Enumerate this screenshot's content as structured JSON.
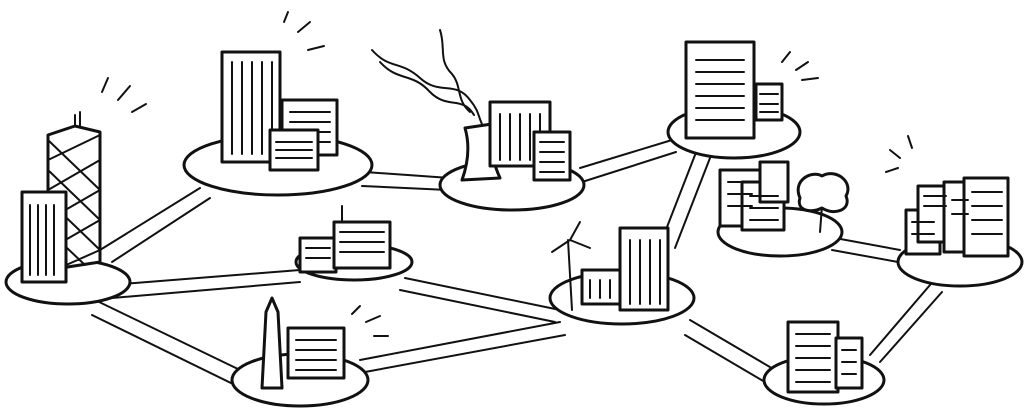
{
  "illustration": {
    "style": "black-and-white ink sketch",
    "colors": {
      "ink": "#111111",
      "paper": "#ffffff"
    },
    "nodes": [
      {
        "name": "left-towers-node",
        "contents": [
          "lattice-skyscraper",
          "tall-building"
        ],
        "activity_lines": true
      },
      {
        "name": "top-left-offices-node",
        "contents": [
          "tall-office-block",
          "office-block",
          "small-office"
        ],
        "activity_lines": true
      },
      {
        "name": "power-plant-node",
        "contents": [
          "cooling-tower",
          "smoke-plume",
          "office-block",
          "small-office"
        ],
        "activity_lines": false
      },
      {
        "name": "top-right-tower-node",
        "contents": [
          "large-tower",
          "small-office"
        ],
        "activity_lines": true
      },
      {
        "name": "middle-small-node",
        "contents": [
          "small-buildings",
          "antenna"
        ],
        "activity_lines": false
      },
      {
        "name": "center-wind-node",
        "contents": [
          "wind-turbine",
          "small-building",
          "tower"
        ],
        "activity_lines": false
      },
      {
        "name": "bottom-monument-node",
        "contents": [
          "obelisk",
          "office-block"
        ],
        "activity_lines": true
      },
      {
        "name": "right-tree-node",
        "contents": [
          "buildings",
          "tree"
        ],
        "activity_lines": false
      },
      {
        "name": "far-right-node",
        "contents": [
          "office-cluster"
        ],
        "activity_lines": true
      },
      {
        "name": "bottom-right-node",
        "contents": [
          "office-block"
        ],
        "activity_lines": false
      }
    ]
  }
}
